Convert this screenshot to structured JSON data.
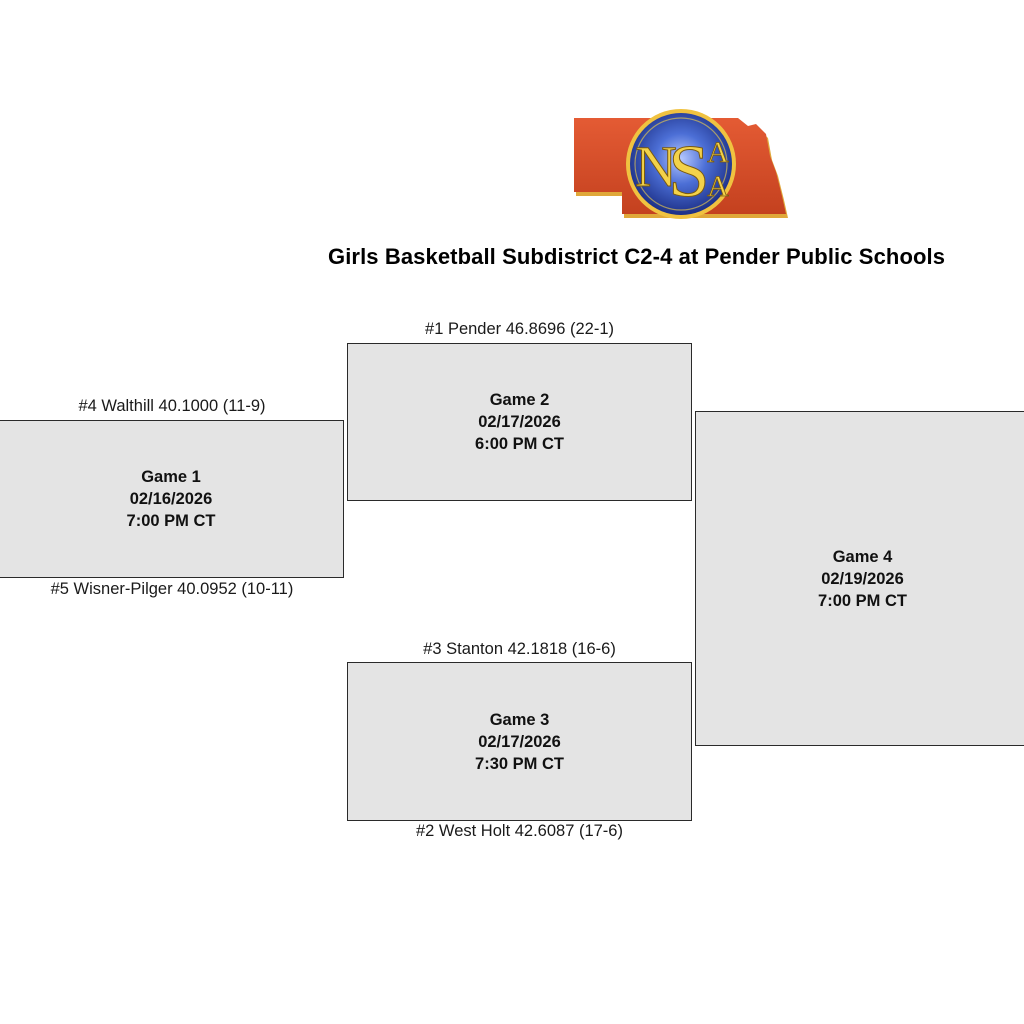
{
  "logo": {
    "letters": [
      "N",
      "S",
      "A",
      "A"
    ],
    "colors": {
      "state": "#d8502a",
      "shadow": "#e0a83a",
      "seal": "#2b4fb0",
      "letter": "#f3d24a"
    }
  },
  "title": "Girls Basketball Subdistrict C2-4 at Pender Public Schools",
  "teams": {
    "seed1": "#1 Pender 46.8696 (22-1)",
    "seed4": "#4 Walthill 40.1000 (11-9)",
    "seed5": "#5 Wisner-Pilger 40.0952 (10-11)",
    "seed3": "#3 Stanton 42.1818 (16-6)",
    "seed2": "#2 West Holt 42.6087 (17-6)"
  },
  "games": {
    "game1": {
      "name": "Game 1",
      "date": "02/16/2026",
      "time": "7:00 PM CT"
    },
    "game2": {
      "name": "Game 2",
      "date": "02/17/2026",
      "time": "6:00 PM CT"
    },
    "game3": {
      "name": "Game 3",
      "date": "02/17/2026",
      "time": "7:30 PM CT"
    },
    "game4": {
      "name": "Game 4",
      "date": "02/19/2026",
      "time": "7:00 PM CT"
    }
  }
}
